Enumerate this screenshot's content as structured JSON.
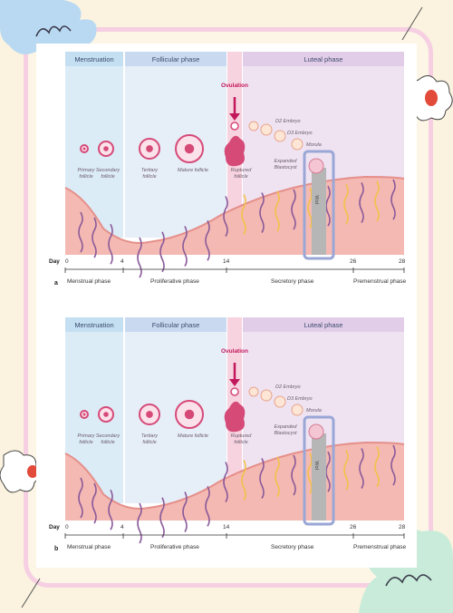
{
  "panels": [
    {
      "letter": "a",
      "headers": {
        "menstruation": "Menstruation",
        "follicular": "Follicular phase",
        "luteal": "Luteal phase"
      },
      "ovulation": "Ovulation",
      "follicles": [
        "Primary follicle",
        "Secondary follicle",
        "Tertiary follicle",
        "Mature follicle",
        "Ruptured follicle"
      ],
      "embryo": {
        "d2": "D2 Embryo",
        "d3": "D3 Embryo",
        "morula": "Morula",
        "blastocyst": "Expanded Blastocyst"
      },
      "wol": "WoI",
      "day_label": "Day",
      "days": [
        "0",
        "4",
        "14",
        "26",
        "28"
      ],
      "phases": [
        "Menstrual phase",
        "Proliferative phase",
        "Secretory phase",
        "Premenstrual phase"
      ]
    },
    {
      "letter": "b",
      "headers": {
        "menstruation": "Menstruation",
        "follicular": "Follicular phase",
        "luteal": "Luteal phase"
      },
      "ovulation": "Ovulation",
      "follicles": [
        "Primary follicle",
        "Secondary follicle",
        "Tertiary follicle",
        "Mature follicle",
        "Ruptured follicle"
      ],
      "embryo": {
        "d2": "D2 Embryo",
        "d3": "D3 Embryo",
        "morula": "Morula",
        "blastocyst": "Expanded Blastocyst"
      },
      "wol": "WoI",
      "day_label": "Day",
      "days": [
        "0",
        "4",
        "14",
        "26",
        "28"
      ],
      "phases": [
        "Menstrual phase",
        "Proliferative phase",
        "Secretory phase",
        "Premenstrual phase"
      ]
    }
  ],
  "colors": {
    "menstruation_bg": "#dcecf7",
    "follicular_bg": "#e6eef8",
    "luteal_bg": "#efe3f2",
    "tissue": "#f4b9b2",
    "tissue_dark": "#e58f8a",
    "follicle": "#d64a78",
    "ovulation": "#c2185b",
    "wol_box": "#9aa7d6"
  }
}
